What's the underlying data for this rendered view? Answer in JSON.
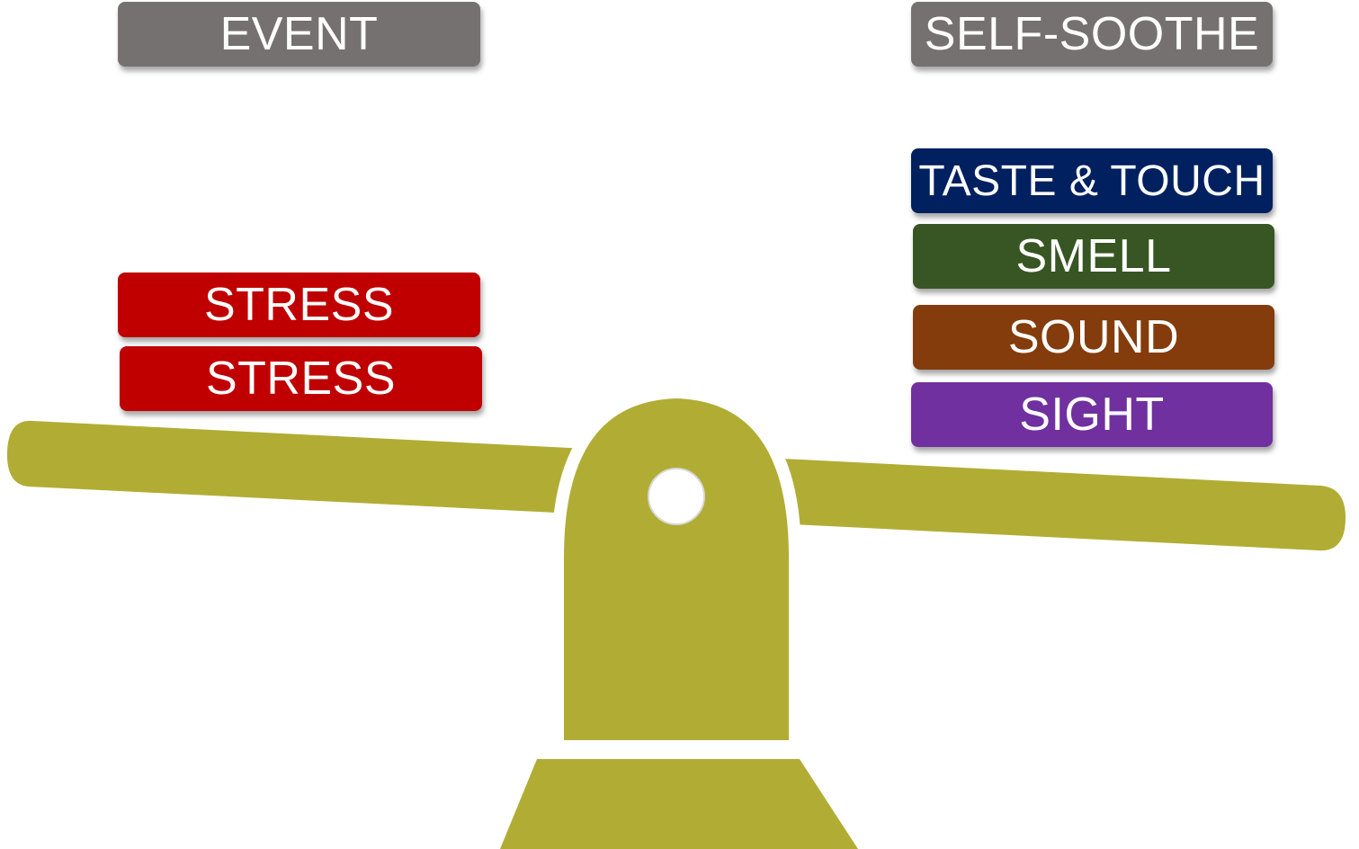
{
  "colors": {
    "seesaw": "#b1ad34",
    "header": "#767171",
    "stress": "#c00000",
    "taste_touch": "#002060",
    "smell": "#375623",
    "sound": "#843c0c",
    "sight": "#7030a0"
  },
  "left_column": {
    "header": "EVENT",
    "items": [
      "STRESS",
      "STRESS"
    ]
  },
  "right_column": {
    "header": "SELF-SOOTHE",
    "items": [
      "TASTE & TOUCH",
      "SMELL",
      "SOUND",
      "SIGHT"
    ]
  }
}
